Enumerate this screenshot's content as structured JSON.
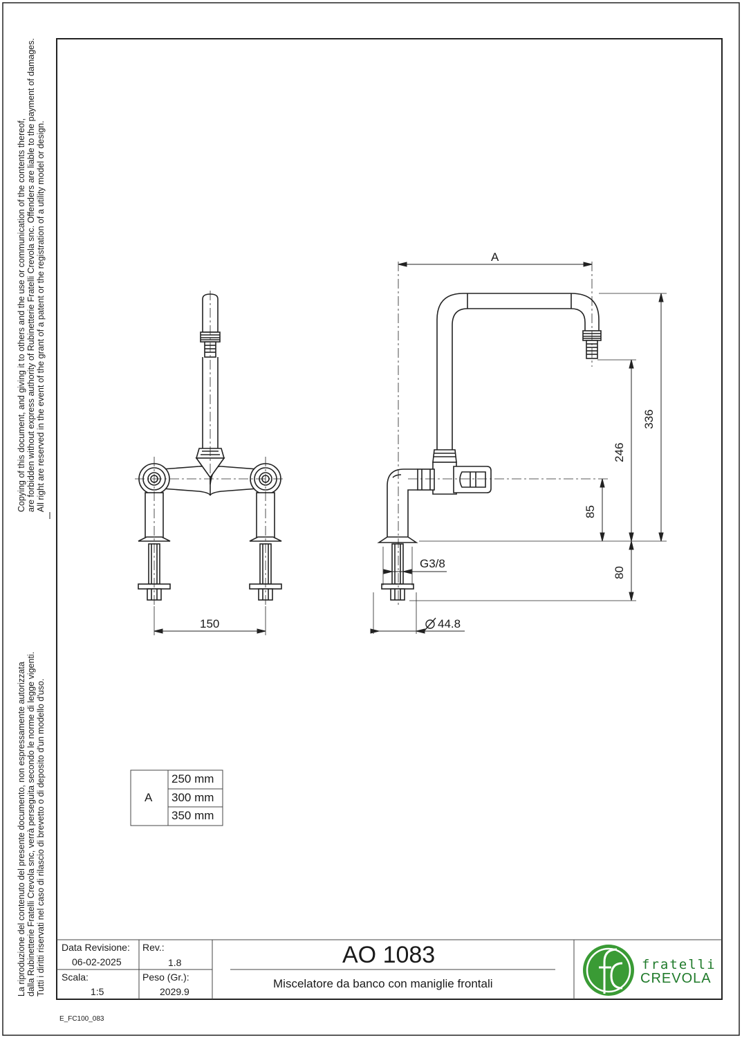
{
  "copyright_notice_en": [
    "Copying of this document, and giving it to others and the use or communication of the contents thereof,",
    "are forbidden without express authority of Rubinetterie Fratelli Crevola snc. Offenders are liable to the payment of damages.",
    "All right are reserved in the event of the grant of a patent or the registration of a utility model or design."
  ],
  "copyright_notice_it": [
    "La riproduzione del contenuto del presente documento, non espressamente autorizzata",
    "dalla Rubinetterie Fratelli Crevola snc, verrà perseguita secondo le norme di legge vigenti.",
    "Tutti i diritti riservati nel caso di rilascio di brevetto o di deposito d'un modello d'uso."
  ],
  "dimensions": {
    "center_distance": "150",
    "spout_reach": "A",
    "height_total": "336",
    "height_outlet": "246",
    "height_handle": "85",
    "shank_length": "80",
    "thread": "G3/8",
    "base_diameter": "44.8"
  },
  "variants_table": {
    "label": "A",
    "values": [
      "250 mm",
      "300 mm",
      "350 mm"
    ]
  },
  "title_block": {
    "revision_date_label": "Data Revisione:",
    "revision_date": "06-02-2025",
    "rev_label": "Rev.:",
    "rev": "1.8",
    "scale_label": "Scala:",
    "scale": "1:5",
    "weight_label": "Peso (Gr.):",
    "weight": "2029.9",
    "code": "AO 1083",
    "description": "Miscelatore da banco con maniglie frontali"
  },
  "brand": {
    "line1": "fratelli",
    "line2": "CREVOLA",
    "monogram": "fc",
    "green": "#3a9b35",
    "dark_green": "#1f7a2a"
  },
  "footer_code": "E_FC100_083"
}
